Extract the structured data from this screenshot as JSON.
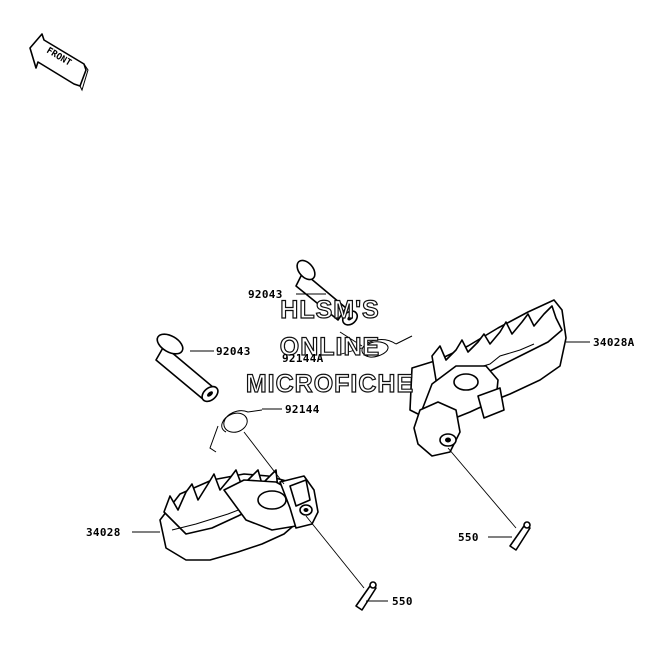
{
  "diagram": {
    "front_indicator": "FRONT",
    "watermark": [
      "HLSM'S",
      "ONLINE",
      "MICROFICHE"
    ],
    "callouts": [
      {
        "id": "c1",
        "part_number": "92043"
      },
      {
        "id": "c2",
        "part_number": "92043"
      },
      {
        "id": "c3",
        "part_number": "92144A"
      },
      {
        "id": "c4",
        "part_number": "92144"
      },
      {
        "id": "c5",
        "part_number": "34028A"
      },
      {
        "id": "c6",
        "part_number": "34028"
      },
      {
        "id": "c7",
        "part_number": "550"
      },
      {
        "id": "c8",
        "part_number": "550"
      }
    ]
  }
}
